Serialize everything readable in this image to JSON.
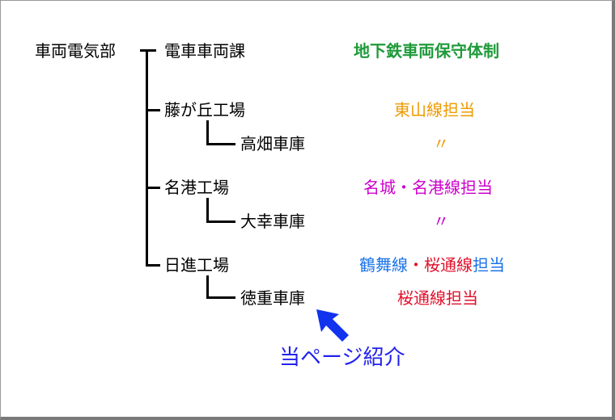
{
  "tree": {
    "root": "車両電気部",
    "section": "電車車両課",
    "factory1": "藤が丘工場",
    "depot1": "高畑車庫",
    "factory2": "名港工場",
    "depot2": "大幸車庫",
    "factory3": "日進工場",
    "depot3": "徳重車庫"
  },
  "notes": {
    "header": "地下鉄車両保守体制",
    "f1": "東山線担当",
    "d1": "〃",
    "f2": "名城・名港線担当",
    "d2": "〃",
    "f3_part1": "鶴舞線",
    "f3_part2": "・桜通線",
    "f3_part3": "担当",
    "d3": "桜通線担当"
  },
  "callout": {
    "text": "当ページ紹介"
  },
  "colors": {
    "header": "#1f9a3a",
    "higashiyama": "#ee9a00",
    "meijo": "#cc00cc",
    "tsurumai": "#1a73e8",
    "sakuradori": "#e0102a",
    "arrow": "#1133ee"
  },
  "icons": {
    "pointer": "arrow-up-left-icon"
  }
}
